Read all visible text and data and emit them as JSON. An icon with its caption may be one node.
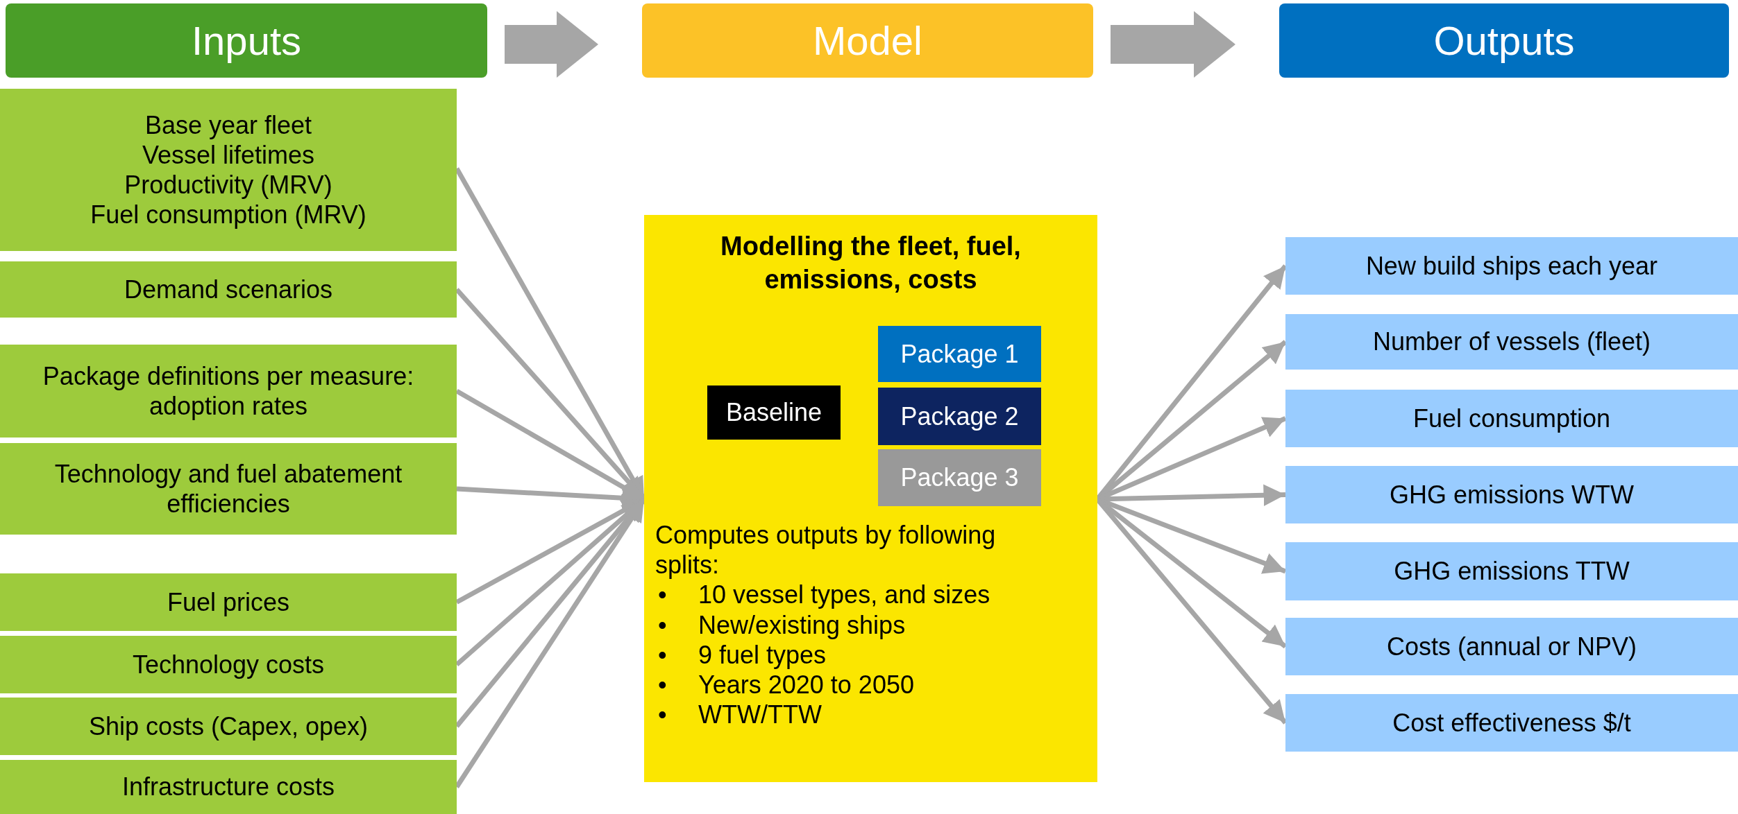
{
  "diagram": {
    "nodes": [
      {
        "text": [
          "Inputs"
        ]
      },
      {
        "text": [
          "Model"
        ]
      },
      {
        "text": [
          "Outputs"
        ]
      },
      {
        "text": [
          "Base year fleet",
          "Vessel lifetimes",
          "Productivity (MRV)",
          "Fuel consumption (MRV)"
        ]
      },
      {
        "text": [
          "Demand scenarios"
        ]
      },
      {
        "text": [
          "Package definitions per measure: adoption rates"
        ]
      },
      {
        "text": [
          "Technology and fuel abatement efficiencies"
        ]
      },
      {
        "text": [
          "Fuel prices"
        ]
      },
      {
        "text": [
          "Technology costs"
        ]
      },
      {
        "text": [
          "Ship costs (Capex, opex)"
        ]
      },
      {
        "text": [
          "Infrastructure costs"
        ]
      },
      {
        "text": [
          "Modelling the fleet, fuel, emissions, costs",
          "Computes outputs by following splits:",
          "10 vessel types, and sizes",
          "New/existing ships",
          "9 fuel types",
          "Years 2020 to 2050",
          "WTW/TTW"
        ]
      },
      {
        "text": [
          "Baseline"
        ],
        "in": 11
      },
      {
        "text": [
          "Package 1"
        ],
        "in": 11
      },
      {
        "text": [
          "Package 2"
        ],
        "in": 11
      },
      {
        "text": [
          "Package 3"
        ],
        "in": 11
      },
      {
        "text": [
          "New build ships each year"
        ]
      },
      {
        "text": [
          "Number of vessels (fleet)"
        ]
      },
      {
        "text": [
          "Fuel consumption"
        ]
      },
      {
        "text": [
          "GHG emissions WTW"
        ]
      },
      {
        "text": [
          "GHG emissions TTW"
        ]
      },
      {
        "text": [
          "Costs (annual or NPV)"
        ]
      },
      {
        "text": [
          "Cost effectiveness $/t"
        ]
      }
    ],
    "edges": [
      {
        "from": 0,
        "to": 1,
        "arrow": "to",
        "style": "thick"
      },
      {
        "from": 1,
        "to": 2,
        "arrow": "to",
        "style": "thick"
      },
      {
        "from": 3,
        "to": 11,
        "arrow": "to"
      },
      {
        "from": 4,
        "to": 11,
        "arrow": "to"
      },
      {
        "from": 5,
        "to": 11,
        "arrow": "to"
      },
      {
        "from": 6,
        "to": 11,
        "arrow": "to"
      },
      {
        "from": 7,
        "to": 11,
        "arrow": "to"
      },
      {
        "from": 8,
        "to": 11,
        "arrow": "to"
      },
      {
        "from": 9,
        "to": 11,
        "arrow": "to"
      },
      {
        "from": 10,
        "to": 11,
        "arrow": "to"
      },
      {
        "from": 11,
        "to": 16,
        "arrow": "to"
      },
      {
        "from": 11,
        "to": 17,
        "arrow": "to"
      },
      {
        "from": 11,
        "to": 18,
        "arrow": "to"
      },
      {
        "from": 11,
        "to": 19,
        "arrow": "to"
      },
      {
        "from": 11,
        "to": 20,
        "arrow": "to"
      },
      {
        "from": 11,
        "to": 21,
        "arrow": "to"
      },
      {
        "from": 11,
        "to": 22,
        "arrow": "to"
      }
    ],
    "labels": [
      "•",
      "•",
      "•",
      "•",
      "•"
    ]
  }
}
